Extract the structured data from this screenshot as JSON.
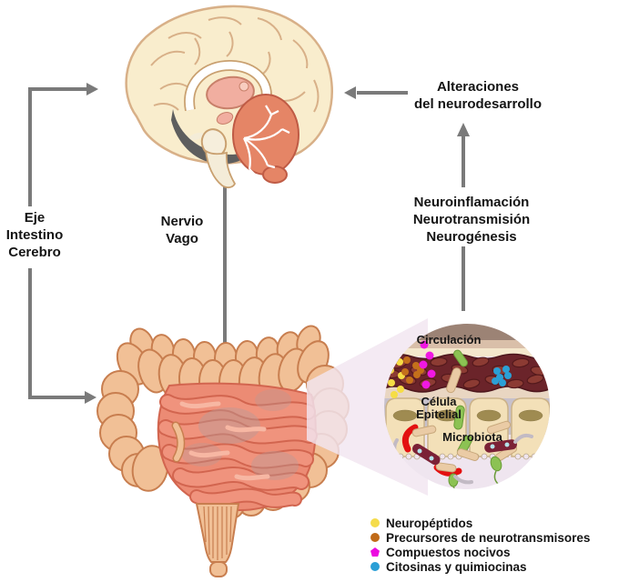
{
  "labels": {
    "axis": "Eje\nIntestino\nCerebro",
    "vagus_nerve": "Nervio\nVago",
    "alterations": "Alteraciones\ndel neurodesarrollo",
    "neuro_processes": "Neuroinflamación\nNeurotransmisión\nNeurogénesis"
  },
  "inset": {
    "circulation_label": "Circulación",
    "epithelial_cell_label": "Célula\nEpitelial",
    "microbiota_label": "Microbiota"
  },
  "legend": {
    "items": [
      {
        "label": "Neuropéptidos",
        "color": "#F5DC4B",
        "shape": "circle"
      },
      {
        "label": "Precursores de neurotransmisores",
        "color": "#C06A18",
        "shape": "circle"
      },
      {
        "label": "Compuestos nocivos",
        "color": "#EC09E0",
        "shape": "pentagon"
      },
      {
        "label": "Citosinas y quimiocinas",
        "color": "#2A9FD6",
        "shape": "circle"
      }
    ]
  },
  "colors": {
    "arrow_gray": "#7A7A7A",
    "brain_cortex": "#F9EDCD",
    "brain_outline": "#D8B088",
    "cerebellum": "#E58566",
    "thalamus": "#F1AEA0",
    "colon": "#F1C096",
    "colon_outline": "#C87E4F",
    "small_intestine": "#EC8B74",
    "blood_vessel": "#6B242A",
    "epithelial_cell": "#F3E0B8",
    "inset_background": "#EFE5EF"
  }
}
